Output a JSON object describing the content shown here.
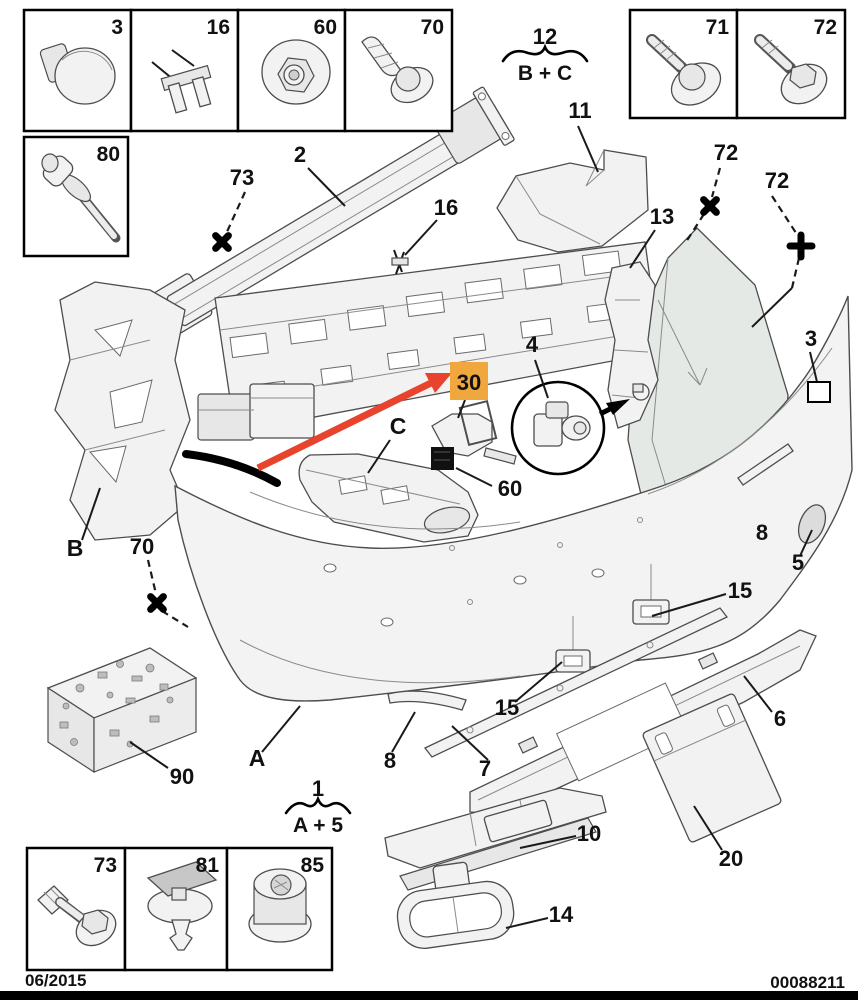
{
  "footer": {
    "date_code": "06/2015",
    "document_number": "00088211"
  },
  "colors": {
    "highlight_bg": "#EFA73E",
    "highlight_text": "#9E6A1E",
    "arrow": "#E8432C"
  },
  "legend_boxes": {
    "b3": "3",
    "b16": "16",
    "b60": "60",
    "b70": "70",
    "b80": "80",
    "b71": "71",
    "b72": "72",
    "b73": "73",
    "b81": "81",
    "b85": "85"
  },
  "icons": {
    "b3": "round-plug-cap-icon",
    "b16": "double-pin-clip-icon",
    "b60": "grommet-nut-icon",
    "b70": "self-tapping-screw-icon",
    "b80": "blind-rivet-icon",
    "b71": "washer-head-screw-icon",
    "b72": "hex-flange-bolt-icon",
    "b73": "hex-head-screw-icon",
    "b81": "expansion-clip-icon",
    "b85": "flange-nut-icon",
    "m73": "fastener-cross-marker",
    "m70": "fastener-cross-marker",
    "m72a": "fastener-cross-marker",
    "m72b": "fastener-plus-marker"
  },
  "groups": {
    "g12_num": "12",
    "g12_formula": "B + C",
    "g1_num": "1",
    "g1_formula": "A + 5"
  },
  "callouts": {
    "n2": "2",
    "n73": "73",
    "n16": "16",
    "n11": "11",
    "n13": "13",
    "n72a": "72",
    "n72b": "72",
    "n3": "3",
    "n4": "4",
    "n30": "30",
    "n60": "60",
    "cC": "C",
    "cB": "B",
    "n70": "70",
    "n8r": "8",
    "n5": "5",
    "n15a": "15",
    "n15b": "15",
    "n7": "7",
    "n6": "6",
    "n8l": "8",
    "cA": "A",
    "n90": "90",
    "n10": "10",
    "n20": "20",
    "n14": "14"
  }
}
